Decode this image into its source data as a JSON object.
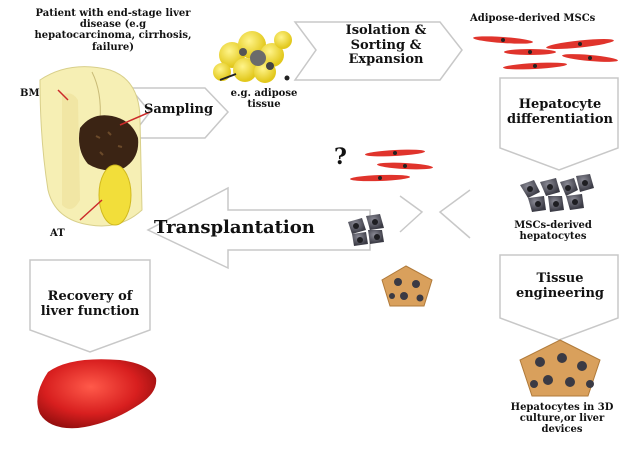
{
  "labels": {
    "patient": "Patient with end-stage liver disease (e.g hepatocarcinoma, cirrhosis, failure)",
    "bm": "BM",
    "at": "AT",
    "sampling": "Sampling",
    "adipose_example": "e.g. adipose tissue",
    "isolation": "Isolation & Sorting & Expansion",
    "adipose_mscs": "Adipose-derived MSCs",
    "hepatocyte_diff": "Hepatocyte differentiation",
    "question": "?",
    "mscs_derived": "MSCs-derived hepatocytes",
    "transplantation": "Transplantation",
    "tissue_eng": "Tissue engineering",
    "recovery": "Recovery of liver function",
    "devices": "Hepatocytes in 3D culture,or liver devices"
  },
  "colors": {
    "arrow_fill": "#ffffff",
    "arrow_stroke": "#c8c8c8",
    "body_skin": "#f6efb4",
    "liver_dark": "#3b2414",
    "adipose_yellow": "#f2de3a",
    "msc_red": "#e0342c",
    "scaffold": "#d9a05c",
    "cell_gray": "#5c5c66",
    "liver_red": "#d81f1f"
  }
}
